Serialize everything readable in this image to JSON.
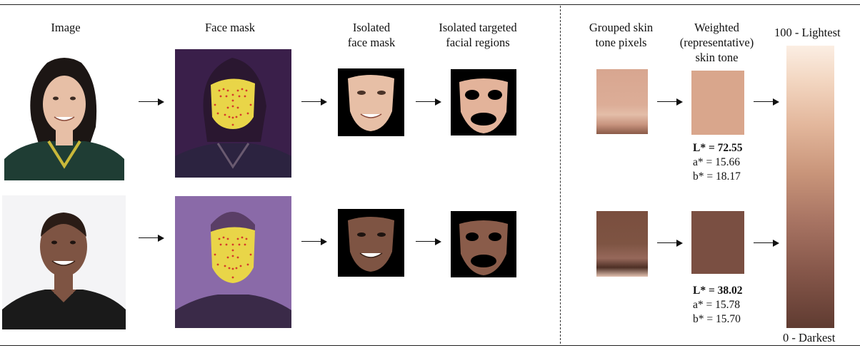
{
  "headers": {
    "image": "Image",
    "face_mask": "Face mask",
    "isolated_face_mask": "Isolated\nface mask",
    "isolated_regions": "Isolated targeted\nfacial regions",
    "grouped_pixels": "Grouped skin\ntone pixels",
    "weighted_tone": "Weighted\n(representative)\nskin tone"
  },
  "scale": {
    "top_label": "100 - Lightest",
    "bottom_label": "0 - Darkest"
  },
  "rows": [
    {
      "L": "L* = 72.55",
      "a": "a* = 15.66",
      "b": "b* = 18.17",
      "tone_color": "#d9a68c",
      "skin": "#e7bfa6",
      "hair": "#1c1614",
      "shirt": "#1f3d34",
      "bg": "#ffffff",
      "mask_bg": "#3a1f4a"
    },
    {
      "L": "L* = 38.02",
      "a": "a* = 15.78",
      "b": "b* = 15.70",
      "tone_color": "#7a4f42",
      "skin": "#7e5443",
      "hair": "#2a1c16",
      "shirt": "#1a1a1a",
      "bg": "#f4f4f6",
      "mask_bg": "#8a6aa8"
    }
  ],
  "colors": {
    "mask_yellow": "#e9d548",
    "landmark_red": "#d53a2a",
    "scale_top": "#fbeee3",
    "scale_bottom": "#5f3b31"
  }
}
